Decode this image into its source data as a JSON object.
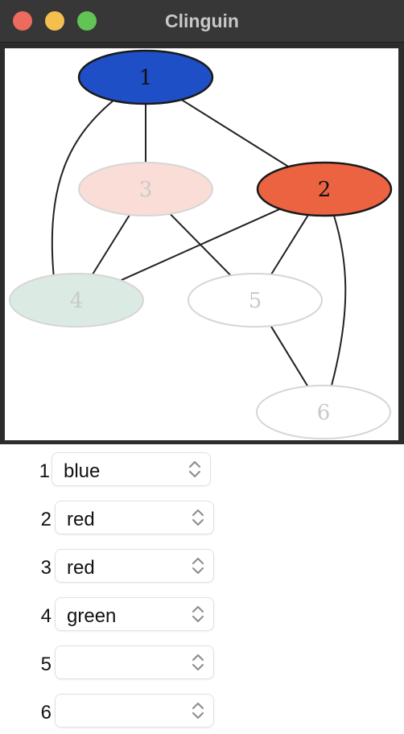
{
  "window": {
    "title": "Clinguin"
  },
  "graph": {
    "nodes": [
      {
        "id": "1",
        "color": "blue",
        "fill": "#1f4fc6",
        "label_color": "#111111"
      },
      {
        "id": "2",
        "color": "red",
        "fill": "#ec6342",
        "label_color": "#111111"
      },
      {
        "id": "3",
        "color": "red",
        "fill": "#f9ddd6",
        "label_color": "#c9c9c9"
      },
      {
        "id": "4",
        "color": "green",
        "fill": "#dbebe3",
        "label_color": "#c9c9c9"
      },
      {
        "id": "5",
        "color": "",
        "fill": "#ffffff",
        "label_color": "#c9c9c9"
      },
      {
        "id": "6",
        "color": "",
        "fill": "#ffffff",
        "label_color": "#c9c9c9"
      }
    ],
    "edges": [
      [
        "1",
        "3"
      ],
      [
        "1",
        "4"
      ],
      [
        "1",
        "2"
      ],
      [
        "3",
        "4"
      ],
      [
        "3",
        "5"
      ],
      [
        "2",
        "4"
      ],
      [
        "2",
        "5"
      ],
      [
        "2",
        "6"
      ],
      [
        "5",
        "6"
      ]
    ]
  },
  "assignments": [
    {
      "label": "1",
      "value": "blue"
    },
    {
      "label": "2",
      "value": "red"
    },
    {
      "label": "3",
      "value": "red"
    },
    {
      "label": "4",
      "value": "green"
    },
    {
      "label": "5",
      "value": ""
    },
    {
      "label": "6",
      "value": ""
    }
  ]
}
